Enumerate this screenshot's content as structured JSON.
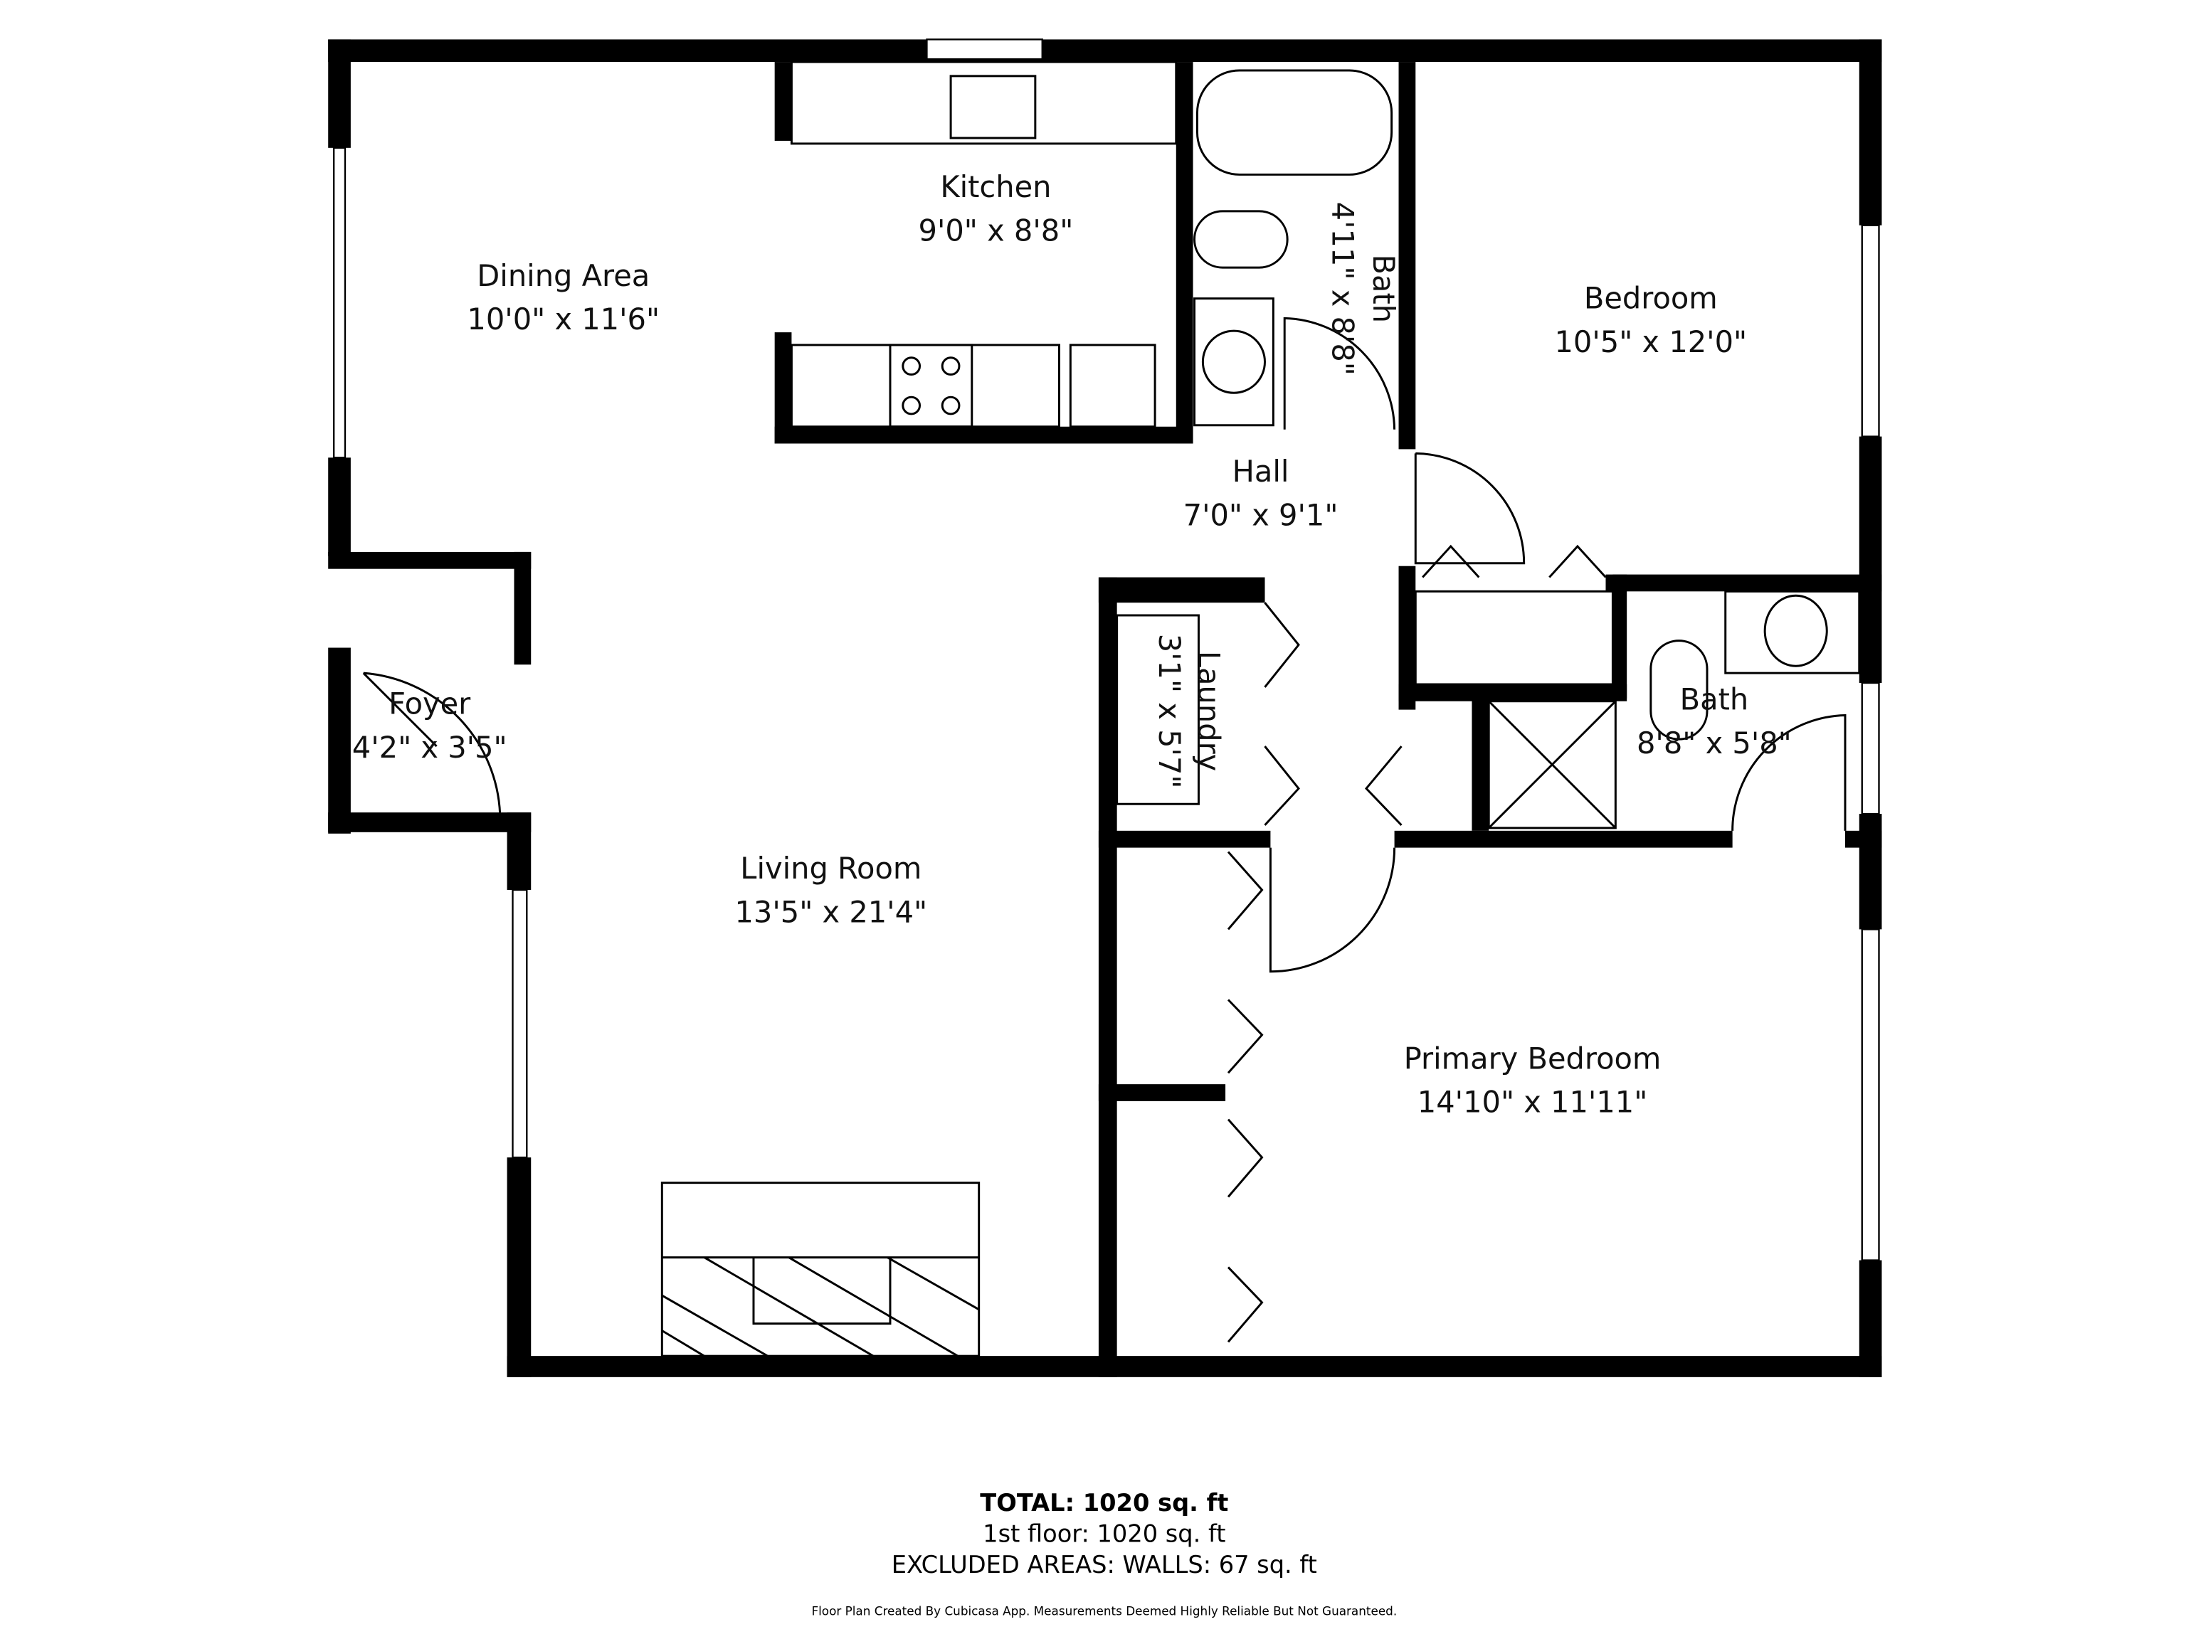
{
  "rooms": {
    "dining": {
      "name": "Dining Area",
      "dims": "10'0\" x 11'6\""
    },
    "kitchen": {
      "name": "Kitchen",
      "dims": "9'0\" x 8'8\""
    },
    "bath1": {
      "name": "Bath",
      "dims": "4'11\" x 8'8\""
    },
    "bedroom": {
      "name": "Bedroom",
      "dims": "10'5\" x 12'0\""
    },
    "hall": {
      "name": "Hall",
      "dims": "7'0\" x 9'1\""
    },
    "laundry": {
      "name": "Laundry",
      "dims": "3'1\" x 5'7\""
    },
    "foyer": {
      "name": "Foyer",
      "dims": "4'2\" x 3'5\""
    },
    "bath2": {
      "name": "Bath",
      "dims": "8'8\" x 5'8\""
    },
    "living": {
      "name": "Living Room",
      "dims": "13'5\" x 21'4\""
    },
    "primary": {
      "name": "Primary Bedroom",
      "dims": "14'10\" x 11'11\""
    }
  },
  "summary": {
    "total": "TOTAL: 1020 sq. ft",
    "floor": "1st floor: 1020 sq. ft",
    "excluded": "EXCLUDED AREAS: WALLS: 67 sq. ft",
    "disclaimer": "Floor Plan Created By Cubicasa App. Measurements Deemed Highly Reliable But Not Guaranteed."
  }
}
